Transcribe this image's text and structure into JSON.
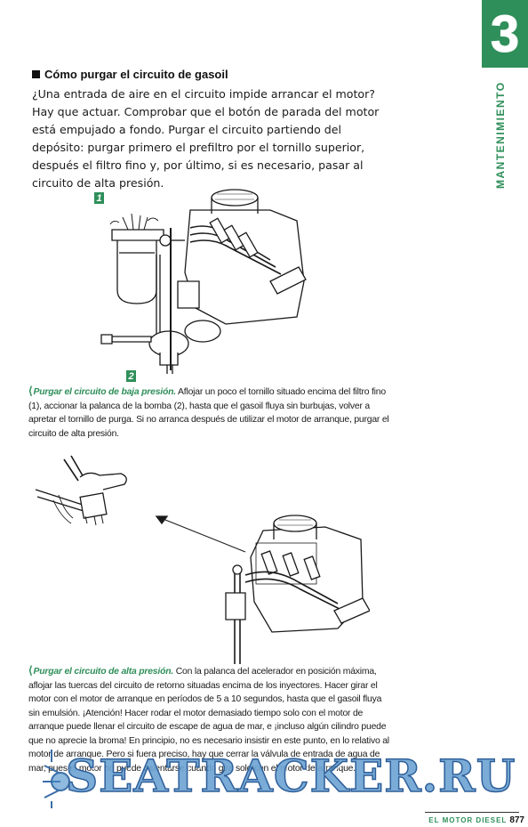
{
  "chapter": {
    "number": "3",
    "label": "MANTENIMIENTO"
  },
  "section": {
    "title": "Cómo purgar el circuito de gasoil",
    "intro": "¿Una entrada de aire en el circuito impide arrancar el motor? Hay que actuar. Comprobar que el botón de parada del motor está empujado a fondo. Purgar el circuito partiendo del depósito: purgar primero el prefiltro por el tornillo superior, después el filtro fino y, por último, si es necesario, pasar al circuito de alta presión."
  },
  "figure1": {
    "label_1": "1",
    "label_2": "2"
  },
  "caption1": {
    "lead": "Purgar el circuito de baja presión.",
    "body": " Aflojar un poco el tornillo situado encima del filtro fino (1), accionar la palanca de la bomba (2), hasta que el gasoil fluya sin burbujas, volver a apretar el tornillo de purga. Si no arranca después de utilizar el motor de arranque, purgar el circuito de alta presión."
  },
  "caption2": {
    "lead": "Purgar el circuito de alta presión.",
    "body": " Con la palanca del acelerador en posición máxima, aflojar las tuercas del circuito de retorno situadas encima de los inyectores. Hacer girar el motor con el motor de arranque en períodos de 5 a 10 segundos, hasta que el gasoil fluya sin emulsión. ¡Atención! Hacer rodar el motor demasiado tiempo solo con el motor de arranque puede llenar el circuito de escape de agua de mar, e ¡incluso algún cilindro puede que no aprecie la broma! En principio, no es necesario insistir en este punto, en lo relativo al motor de arranque. Pero si fuera preciso, hay que cerrar la válvula de entrada de agua de mar, pues el motor no puede calentarse cuando gira solo con el motor de arranque."
  },
  "watermark": {
    "text": "SEATRACKER.RU"
  },
  "footer": {
    "book_title": "EL MOTOR DIESEL",
    "page_number": "877"
  },
  "colors": {
    "accent": "#2f8f5a",
    "watermark": "#4a8cc8"
  }
}
